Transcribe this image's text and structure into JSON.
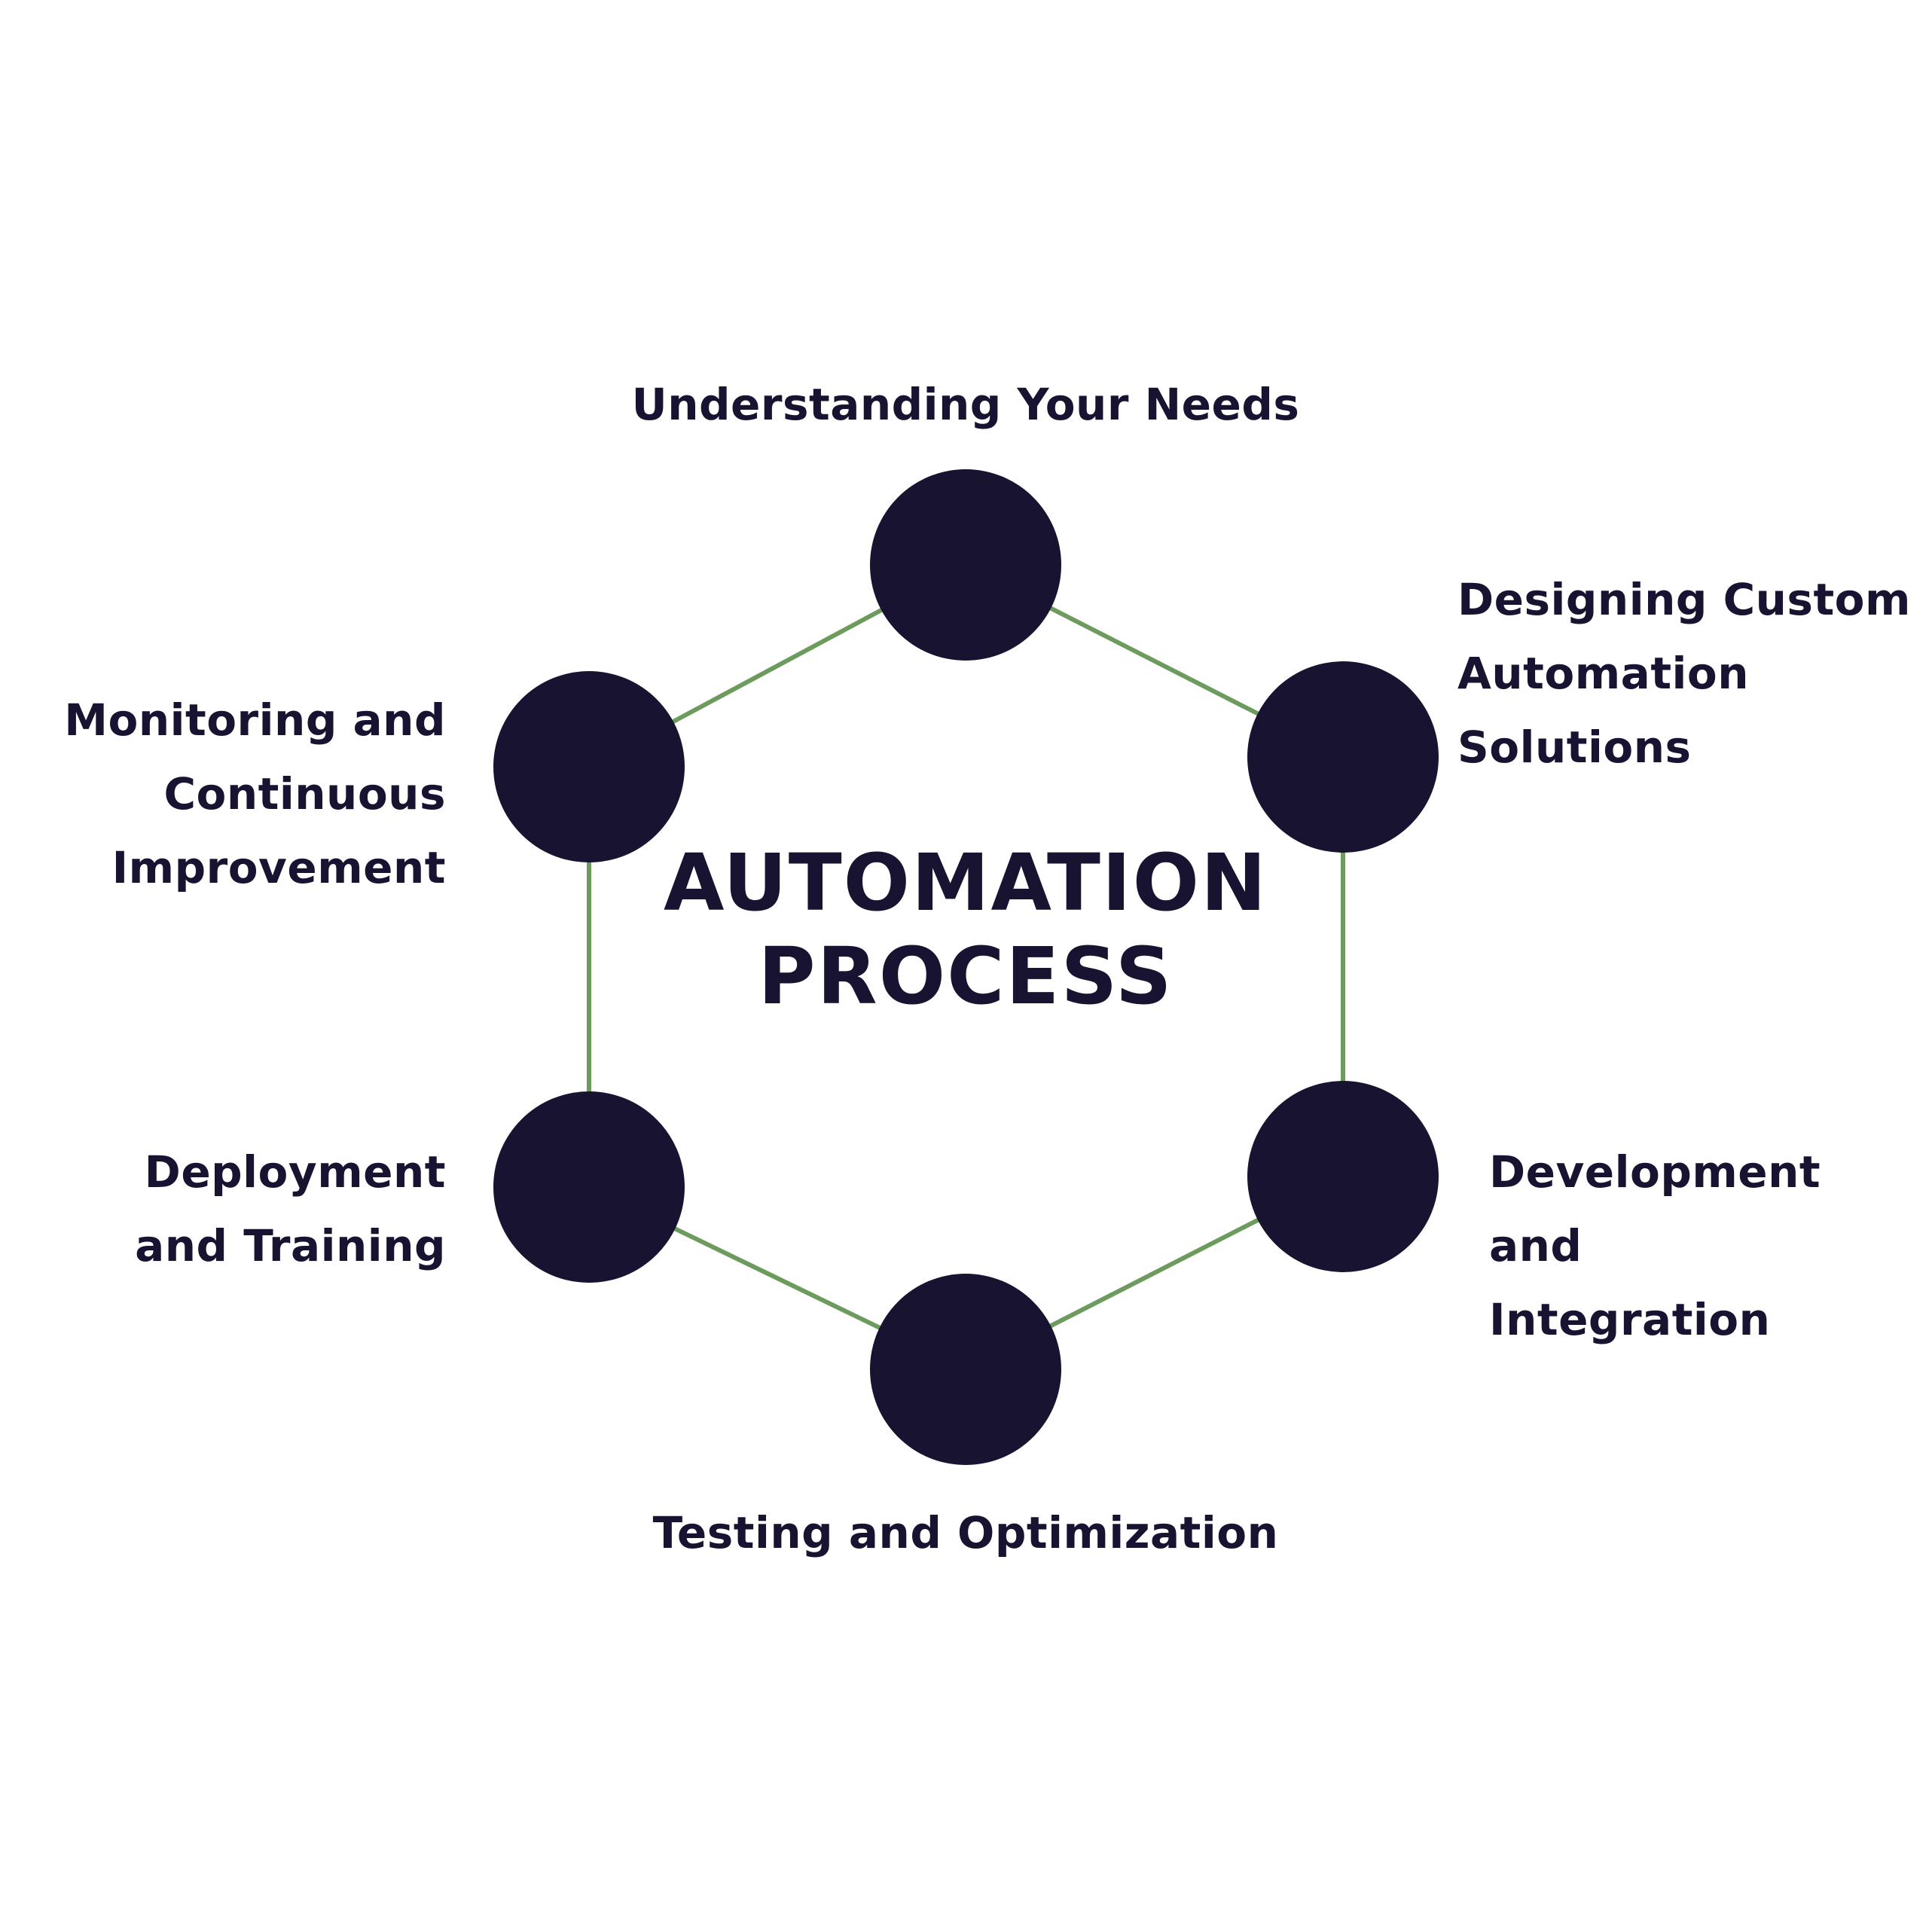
{
  "colors": {
    "background": "#ffffff",
    "node_fill": "#171331",
    "connector": "#6d9b5e",
    "text": "#171331"
  },
  "center_title": {
    "line1": "AUTOMATION",
    "line2": "PROCESS"
  },
  "steps": [
    {
      "lines": [
        "Understanding Your Needs"
      ]
    },
    {
      "lines": [
        "Designing Custom",
        "Automation",
        "Solutions"
      ]
    },
    {
      "lines": [
        "Development",
        "and",
        "Integration"
      ]
    },
    {
      "lines": [
        "Testing and Optimization"
      ]
    },
    {
      "lines": [
        "Deployment",
        "and Training"
      ]
    },
    {
      "lines": [
        "Monitoring and",
        "Continuous",
        "Improvement"
      ]
    }
  ]
}
